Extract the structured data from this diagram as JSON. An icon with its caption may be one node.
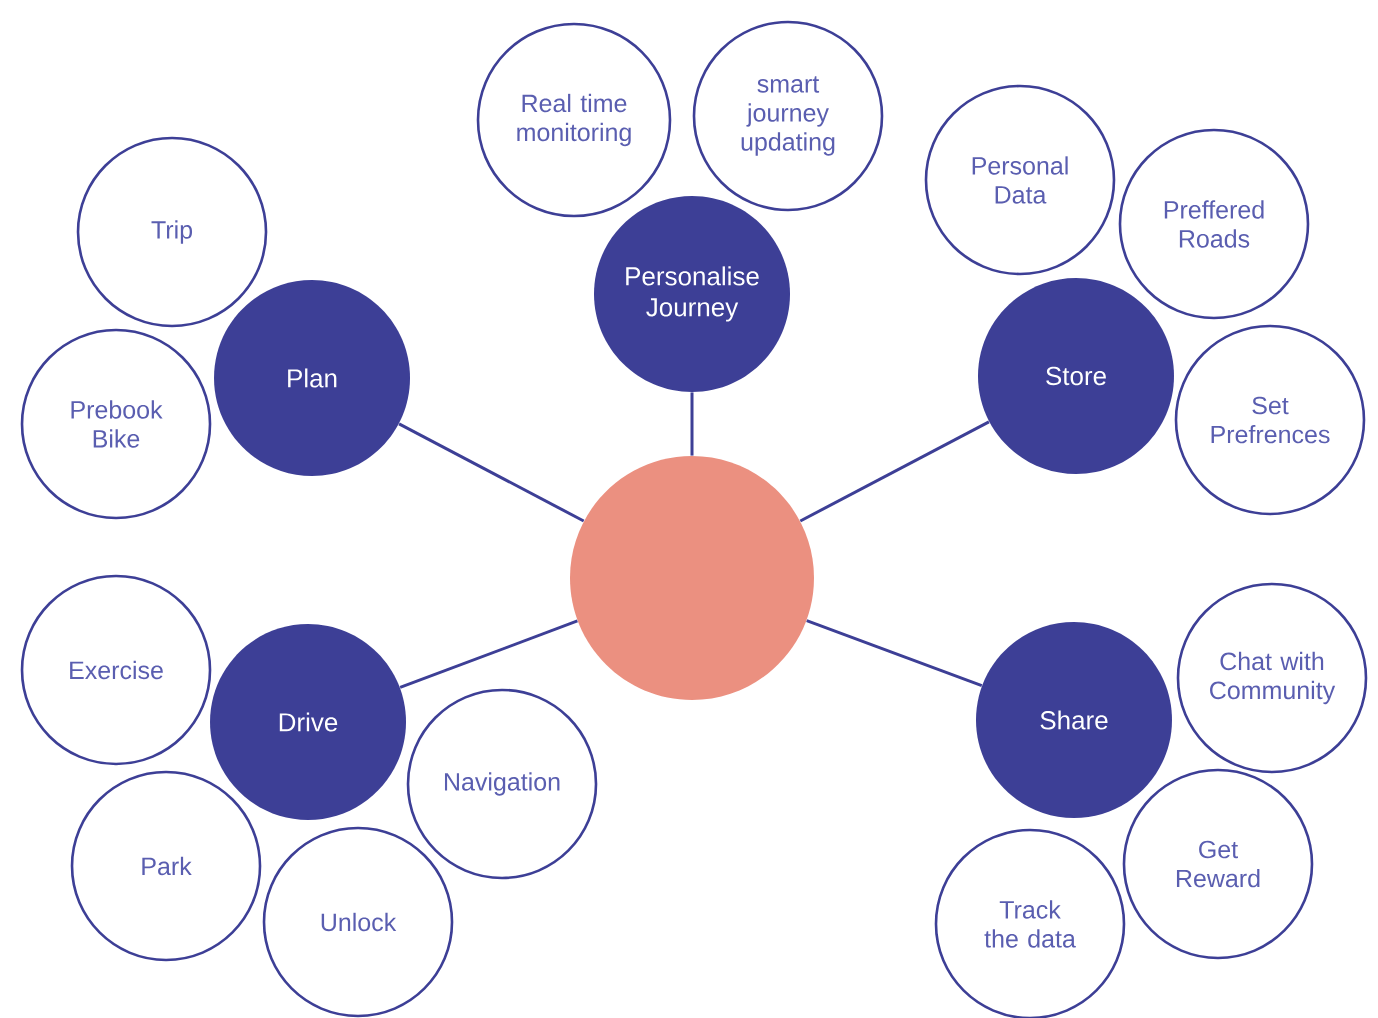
{
  "diagram": {
    "nodes": [
      {
        "text": [
          "Real time monitoring"
        ]
      },
      {
        "text": [
          "smart journey updating"
        ]
      },
      {
        "text": [
          "Personal Data"
        ]
      },
      {
        "text": [
          "Preffered Roads"
        ]
      },
      {
        "text": [
          "Trip"
        ]
      },
      {
        "text": [
          "Personalise Journey"
        ]
      },
      {
        "text": [
          "Store"
        ]
      },
      {
        "text": [
          "Plan"
        ]
      },
      {
        "text": [
          "Set Prefrences"
        ]
      },
      {
        "text": [
          "Prebook Bike"
        ]
      },
      {
        "text": [],
        "shape": "circle"
      },
      {
        "text": [
          "Exercise"
        ]
      },
      {
        "text": [
          "Chat with Community"
        ]
      },
      {
        "text": [
          "Share"
        ]
      },
      {
        "text": [
          "Drive"
        ]
      },
      {
        "text": [
          "Navigation"
        ]
      },
      {
        "text": [
          "Park"
        ]
      },
      {
        "text": [
          "Get Reward"
        ]
      },
      {
        "text": [
          "Track the data"
        ]
      },
      {
        "text": [
          "Unlock"
        ]
      }
    ],
    "edges": [
      {
        "from": 10,
        "to": 7,
        "arrow": "none"
      },
      {
        "from": 10,
        "to": 5,
        "arrow": "none"
      },
      {
        "from": 10,
        "to": 6,
        "arrow": "none"
      },
      {
        "from": 10,
        "to": 14,
        "arrow": "none"
      },
      {
        "from": 10,
        "to": 13,
        "arrow": "none"
      }
    ]
  }
}
